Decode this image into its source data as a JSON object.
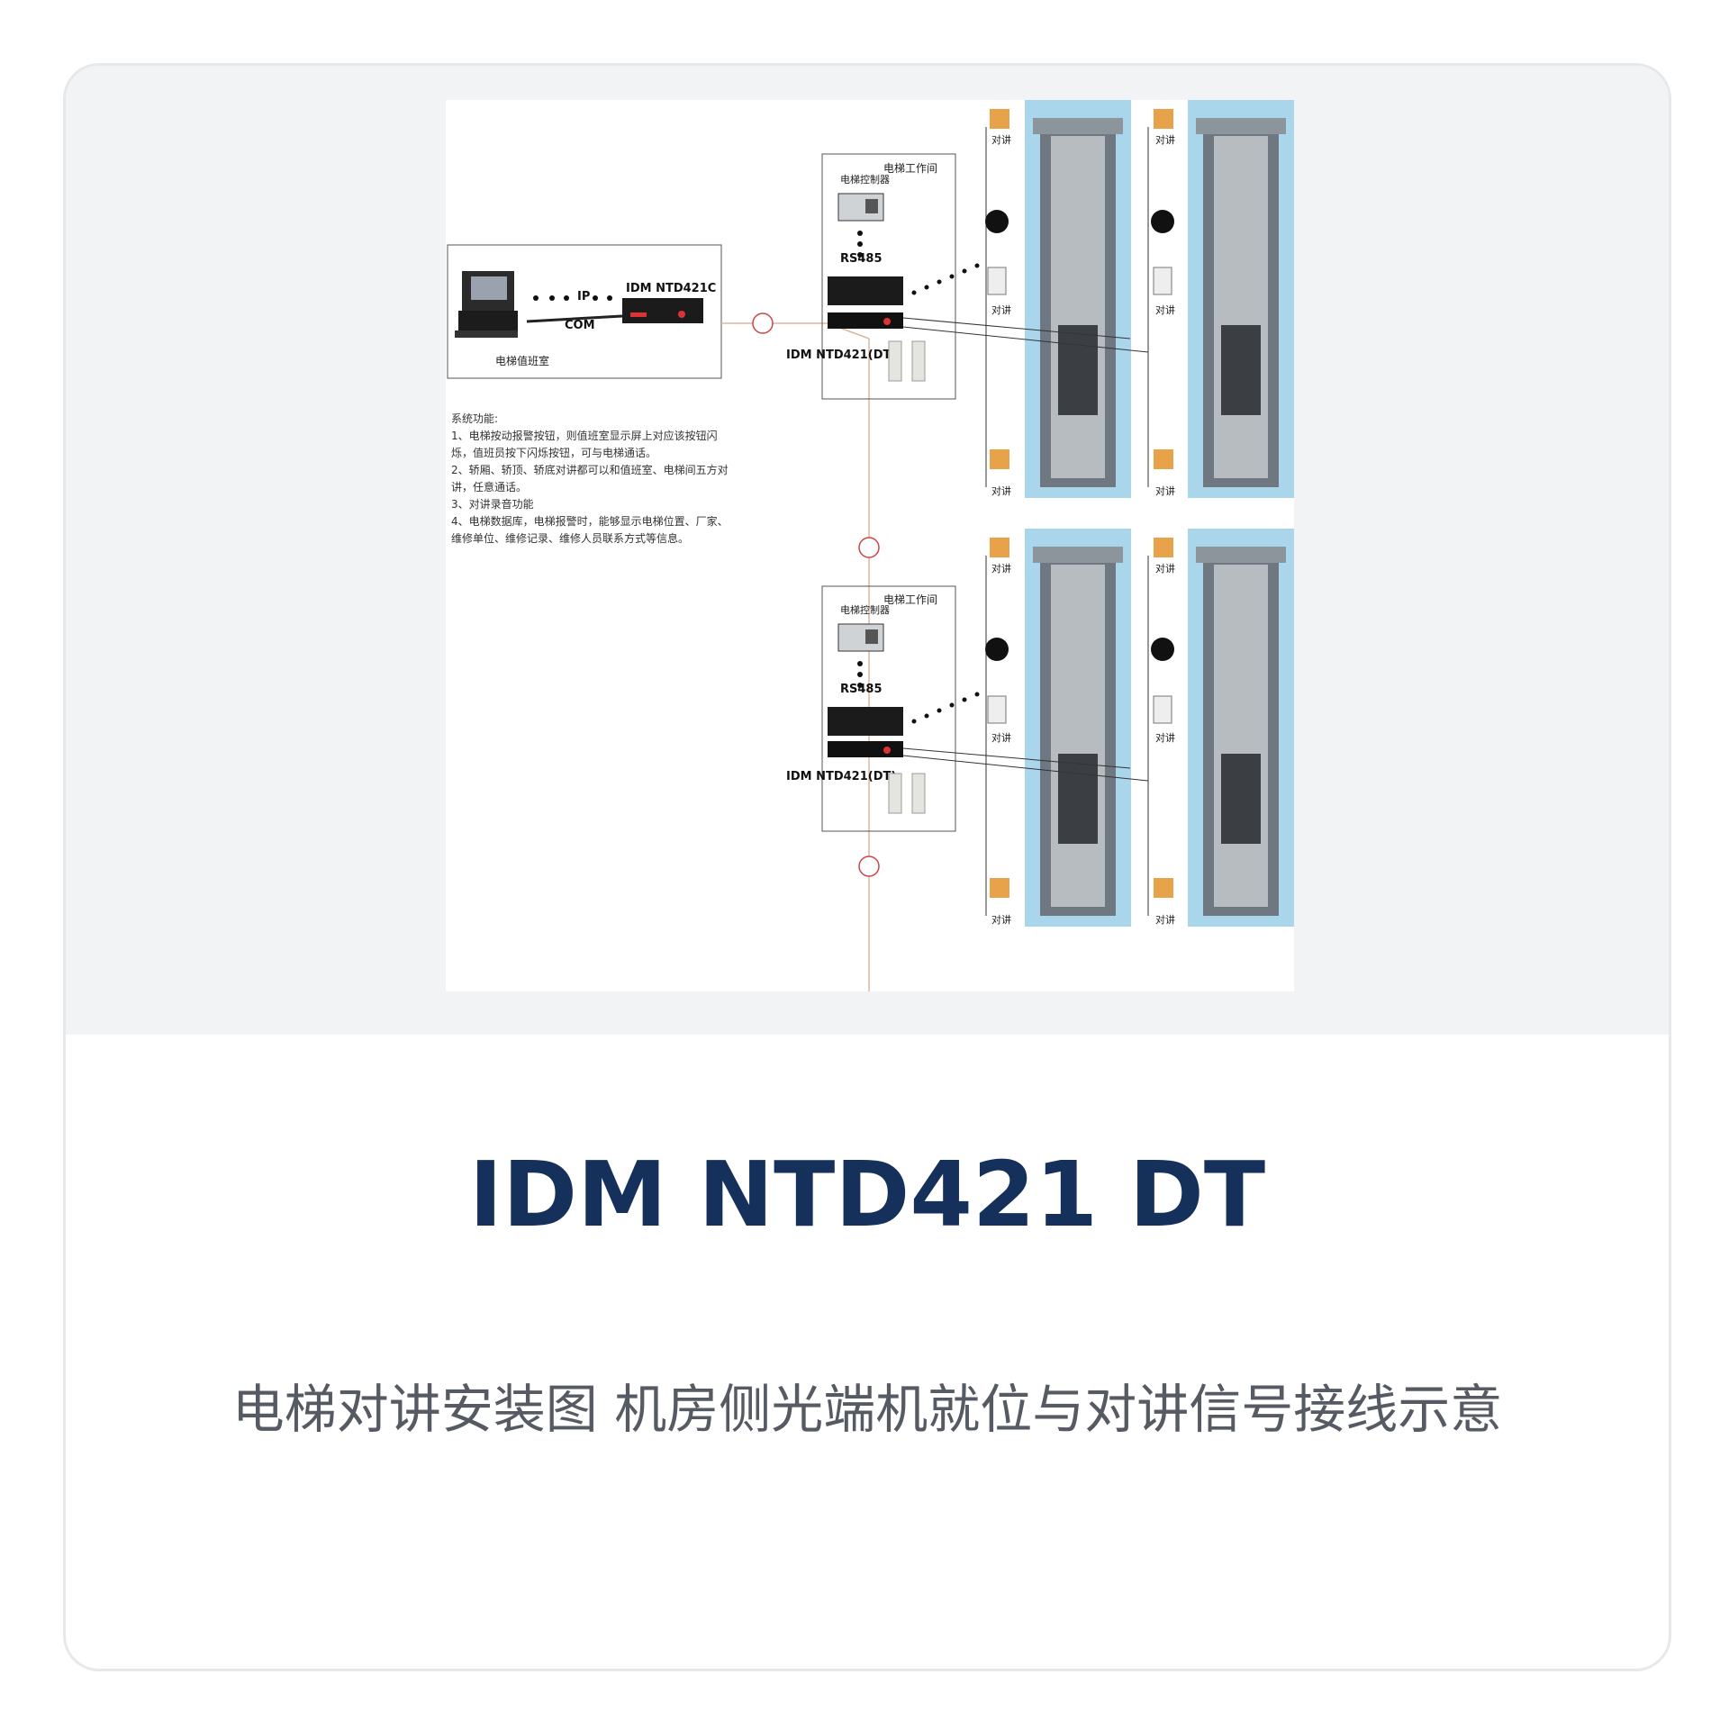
{
  "product": {
    "title": "IDM NTD421 DT",
    "caption": "电梯对讲安装图 机房侧光端机就位与对讲信号接线示意"
  },
  "diagram": {
    "duty_room": "电梯值班室",
    "center_device": "IDM NTD421C",
    "ip_label": "IP",
    "com_label": "COM",
    "machine_room": "电梯工作间",
    "controller": "电梯控制器",
    "rs485": "RS485",
    "unit_device": "IDM NTD421(DT)",
    "intercom": "对讲",
    "features": [
      "系统功能:",
      "1、电梯按动报警按钮，则值班室显示屏上对应该按钮闪",
      "烁，值班员按下闪烁按钮，可与电梯通话。",
      "2、轿厢、轿顶、轿底对讲都可以和值班室、电梯间五方对",
      "讲，任意通话。",
      "3、对讲录音功能",
      "4、电梯数据库，电梯报警时，能够显示电梯位置、厂家、",
      "维修单位、维修记录、维修人员联系方式等信息。"
    ]
  },
  "colors": {
    "title": "#15305b",
    "caption": "#555a63",
    "panel": "#f2f3f5",
    "shaft_bg": "#9fd0e8"
  }
}
